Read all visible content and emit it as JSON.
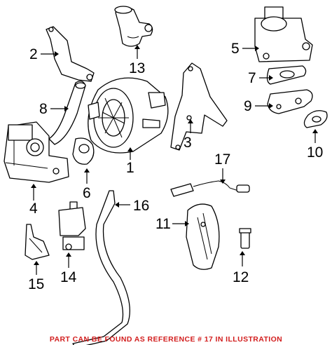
{
  "callouts": {
    "c1": "1",
    "c2": "2",
    "c3": "3",
    "c4": "4",
    "c5": "5",
    "c6": "6",
    "c7": "7",
    "c8": "8",
    "c9": "9",
    "c10": "10",
    "c11": "11",
    "c12": "12",
    "c13": "13",
    "c14": "14",
    "c15": "15",
    "c16": "16",
    "c17": "17"
  },
  "note": "PART CAN BE FOUND AS REFERENCE # 17 IN ILLUSTRATION",
  "colors": {
    "note": "#d21d1d",
    "line": "#000000"
  }
}
